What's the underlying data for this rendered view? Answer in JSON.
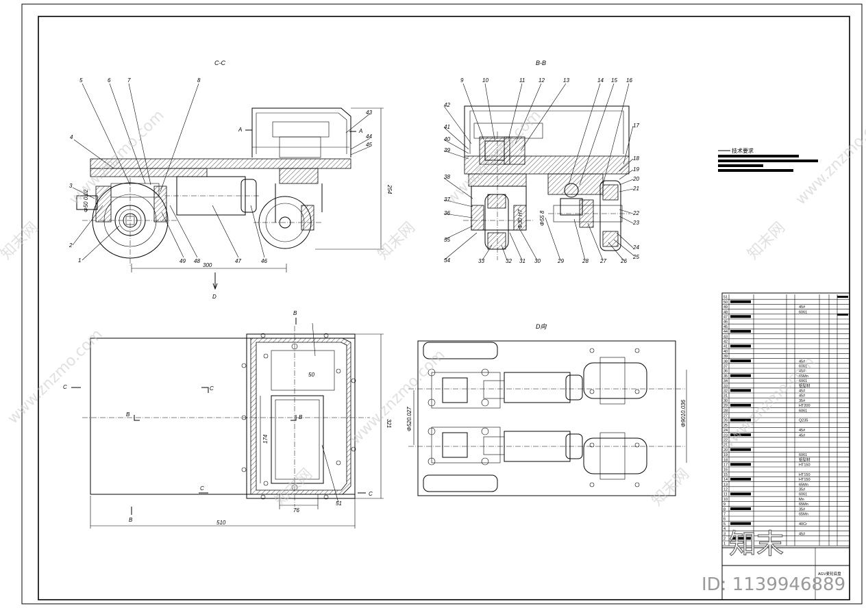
{
  "views": {
    "cc": {
      "title": "C-C"
    },
    "bb": {
      "title": "B-B"
    },
    "d": {
      "title": "D向"
    }
  },
  "part_callouts_cc": [
    "5",
    "6",
    "7",
    "8",
    "4",
    "3",
    "2",
    "1",
    "49",
    "48",
    "47",
    "46",
    "43",
    "44",
    "45"
  ],
  "part_callouts_bb": [
    "9",
    "10",
    "11",
    "12",
    "13",
    "14",
    "15",
    "16",
    "42",
    "41",
    "40",
    "39",
    "38",
    "37",
    "36",
    "35",
    "34",
    "33",
    "32",
    "31",
    "30",
    "29",
    "28",
    "27",
    "26",
    "25",
    "24",
    "23",
    "22",
    "21",
    "20",
    "19",
    "18",
    "17"
  ],
  "section_markers": {
    "a": "A",
    "b": "B",
    "c": "C",
    "d": "D"
  },
  "dimensions": {
    "cc_length": "300",
    "cc_height": "254",
    "plan_length": "510",
    "plan_width": "321",
    "plan_inner": "174",
    "plan_small": "76",
    "plan_51": "51",
    "plan_50": "50",
    "cc_phi": "Φ50 0.02",
    "bb_fit1": "Φ55 8",
    "bb_fit2": "Φ30 H7",
    "d_left": "Φ520.027",
    "d_right": "Φ9010.036"
  },
  "tech_requirements": {
    "title": "技术要求"
  },
  "bom": {
    "numbers": [
      "51",
      "50",
      "49",
      "48",
      "47",
      "46",
      "45",
      "44",
      "43",
      "42",
      "41",
      "40",
      "39",
      "38",
      "37",
      "36",
      "35",
      "34",
      "33",
      "32",
      "31",
      "30",
      "29",
      "28",
      "27",
      "26",
      "25",
      "24",
      "23",
      "22",
      "21",
      "20",
      "19",
      "18",
      "17",
      "16",
      "15",
      "14",
      "13",
      "12",
      "11",
      "10",
      "9",
      "8",
      "7",
      "6",
      "5",
      "4",
      "3",
      "2",
      "1"
    ],
    "materials": {
      "49": "45#",
      "48": "6061",
      "38": "45#",
      "37": "6061",
      "36": "45#",
      "35": "65Mn",
      "34": "6061",
      "33": "铝型材",
      "32": "45#",
      "31": "45#",
      "30": "35#",
      "29": "HT200",
      "28": "6061",
      "26": "Q235",
      "24": "45#",
      "23": "45#",
      "19": "6061",
      "18": "铝型材",
      "17": "HT150",
      "15": "HT150",
      "14": "HT150",
      "13": "65Mn",
      "12": "35#",
      "11": "6061",
      "10": "Mn",
      "9": "65Mn",
      "8": "35#",
      "7": "65Mn",
      "5": "40Cr",
      "3": "45#"
    },
    "title_name": "AGV麦轮底盘"
  },
  "watermark": {
    "site": "www.znzmo.com",
    "brand": "知末网",
    "logo": "知末",
    "id": "ID: 1139946889"
  }
}
